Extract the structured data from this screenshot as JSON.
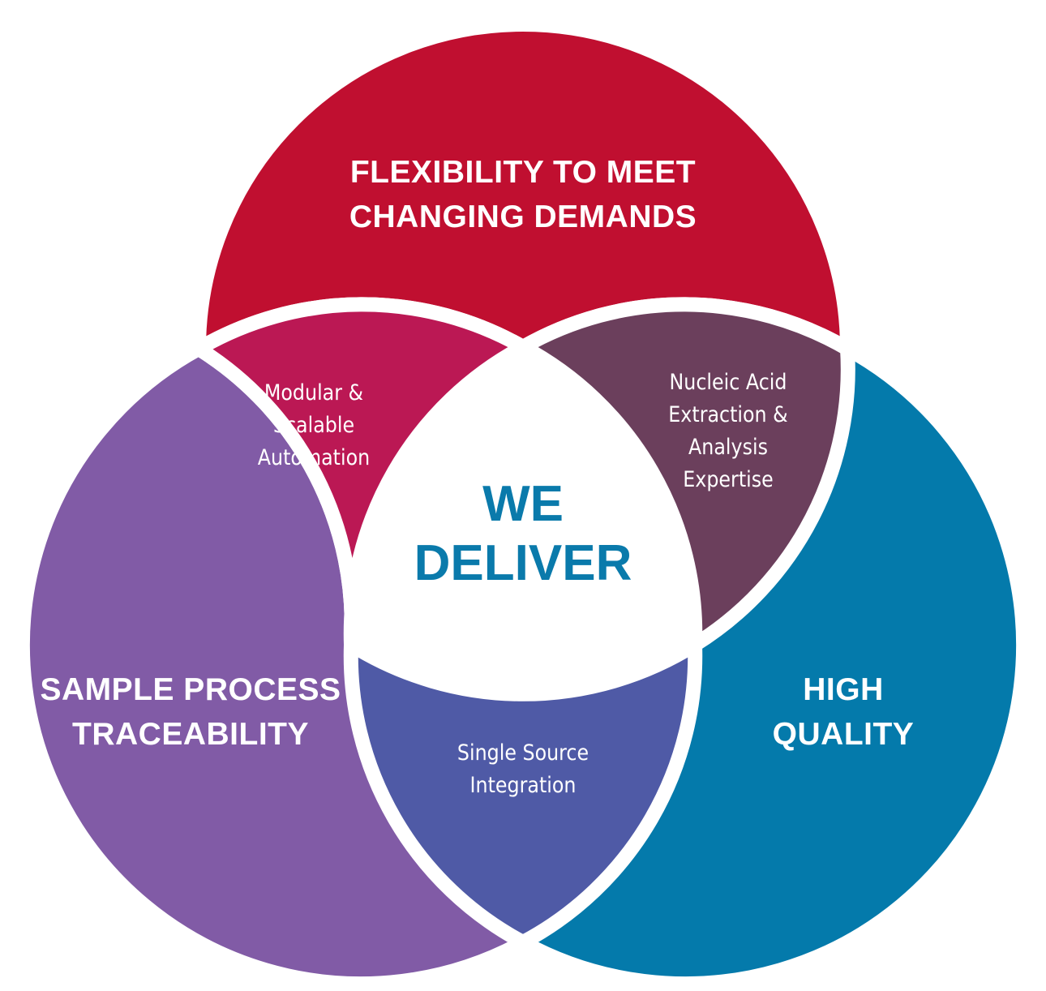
{
  "colors": {
    "top_circle": "#c00f30",
    "left_circle": "#815ba6",
    "right_circle": "#047aab",
    "overlap_top_left": "#bb1854",
    "overlap_top_right": "#6b3f5c",
    "overlap_bottom": "#4f5aa6",
    "center_text": "#0a7aab"
  },
  "top_circle": {
    "lines": [
      "FLEXIBILITY TO MEET",
      "CHANGING DEMANDS"
    ]
  },
  "left_circle": {
    "lines": [
      "SAMPLE PROCESS",
      "TRACEABILITY"
    ]
  },
  "right_circle": {
    "lines": [
      "HIGH",
      "QUALITY"
    ]
  },
  "overlap_top_left": {
    "lines": [
      "Modular &",
      "Scalable",
      "Automation"
    ]
  },
  "overlap_top_right": {
    "lines": [
      "Nucleic Acid",
      "Extraction &",
      "Analysis",
      "Expertise"
    ]
  },
  "overlap_bottom": {
    "lines": [
      "Single Source",
      "Integration"
    ]
  },
  "center": {
    "lines": [
      "WE",
      "DELIVER"
    ]
  }
}
